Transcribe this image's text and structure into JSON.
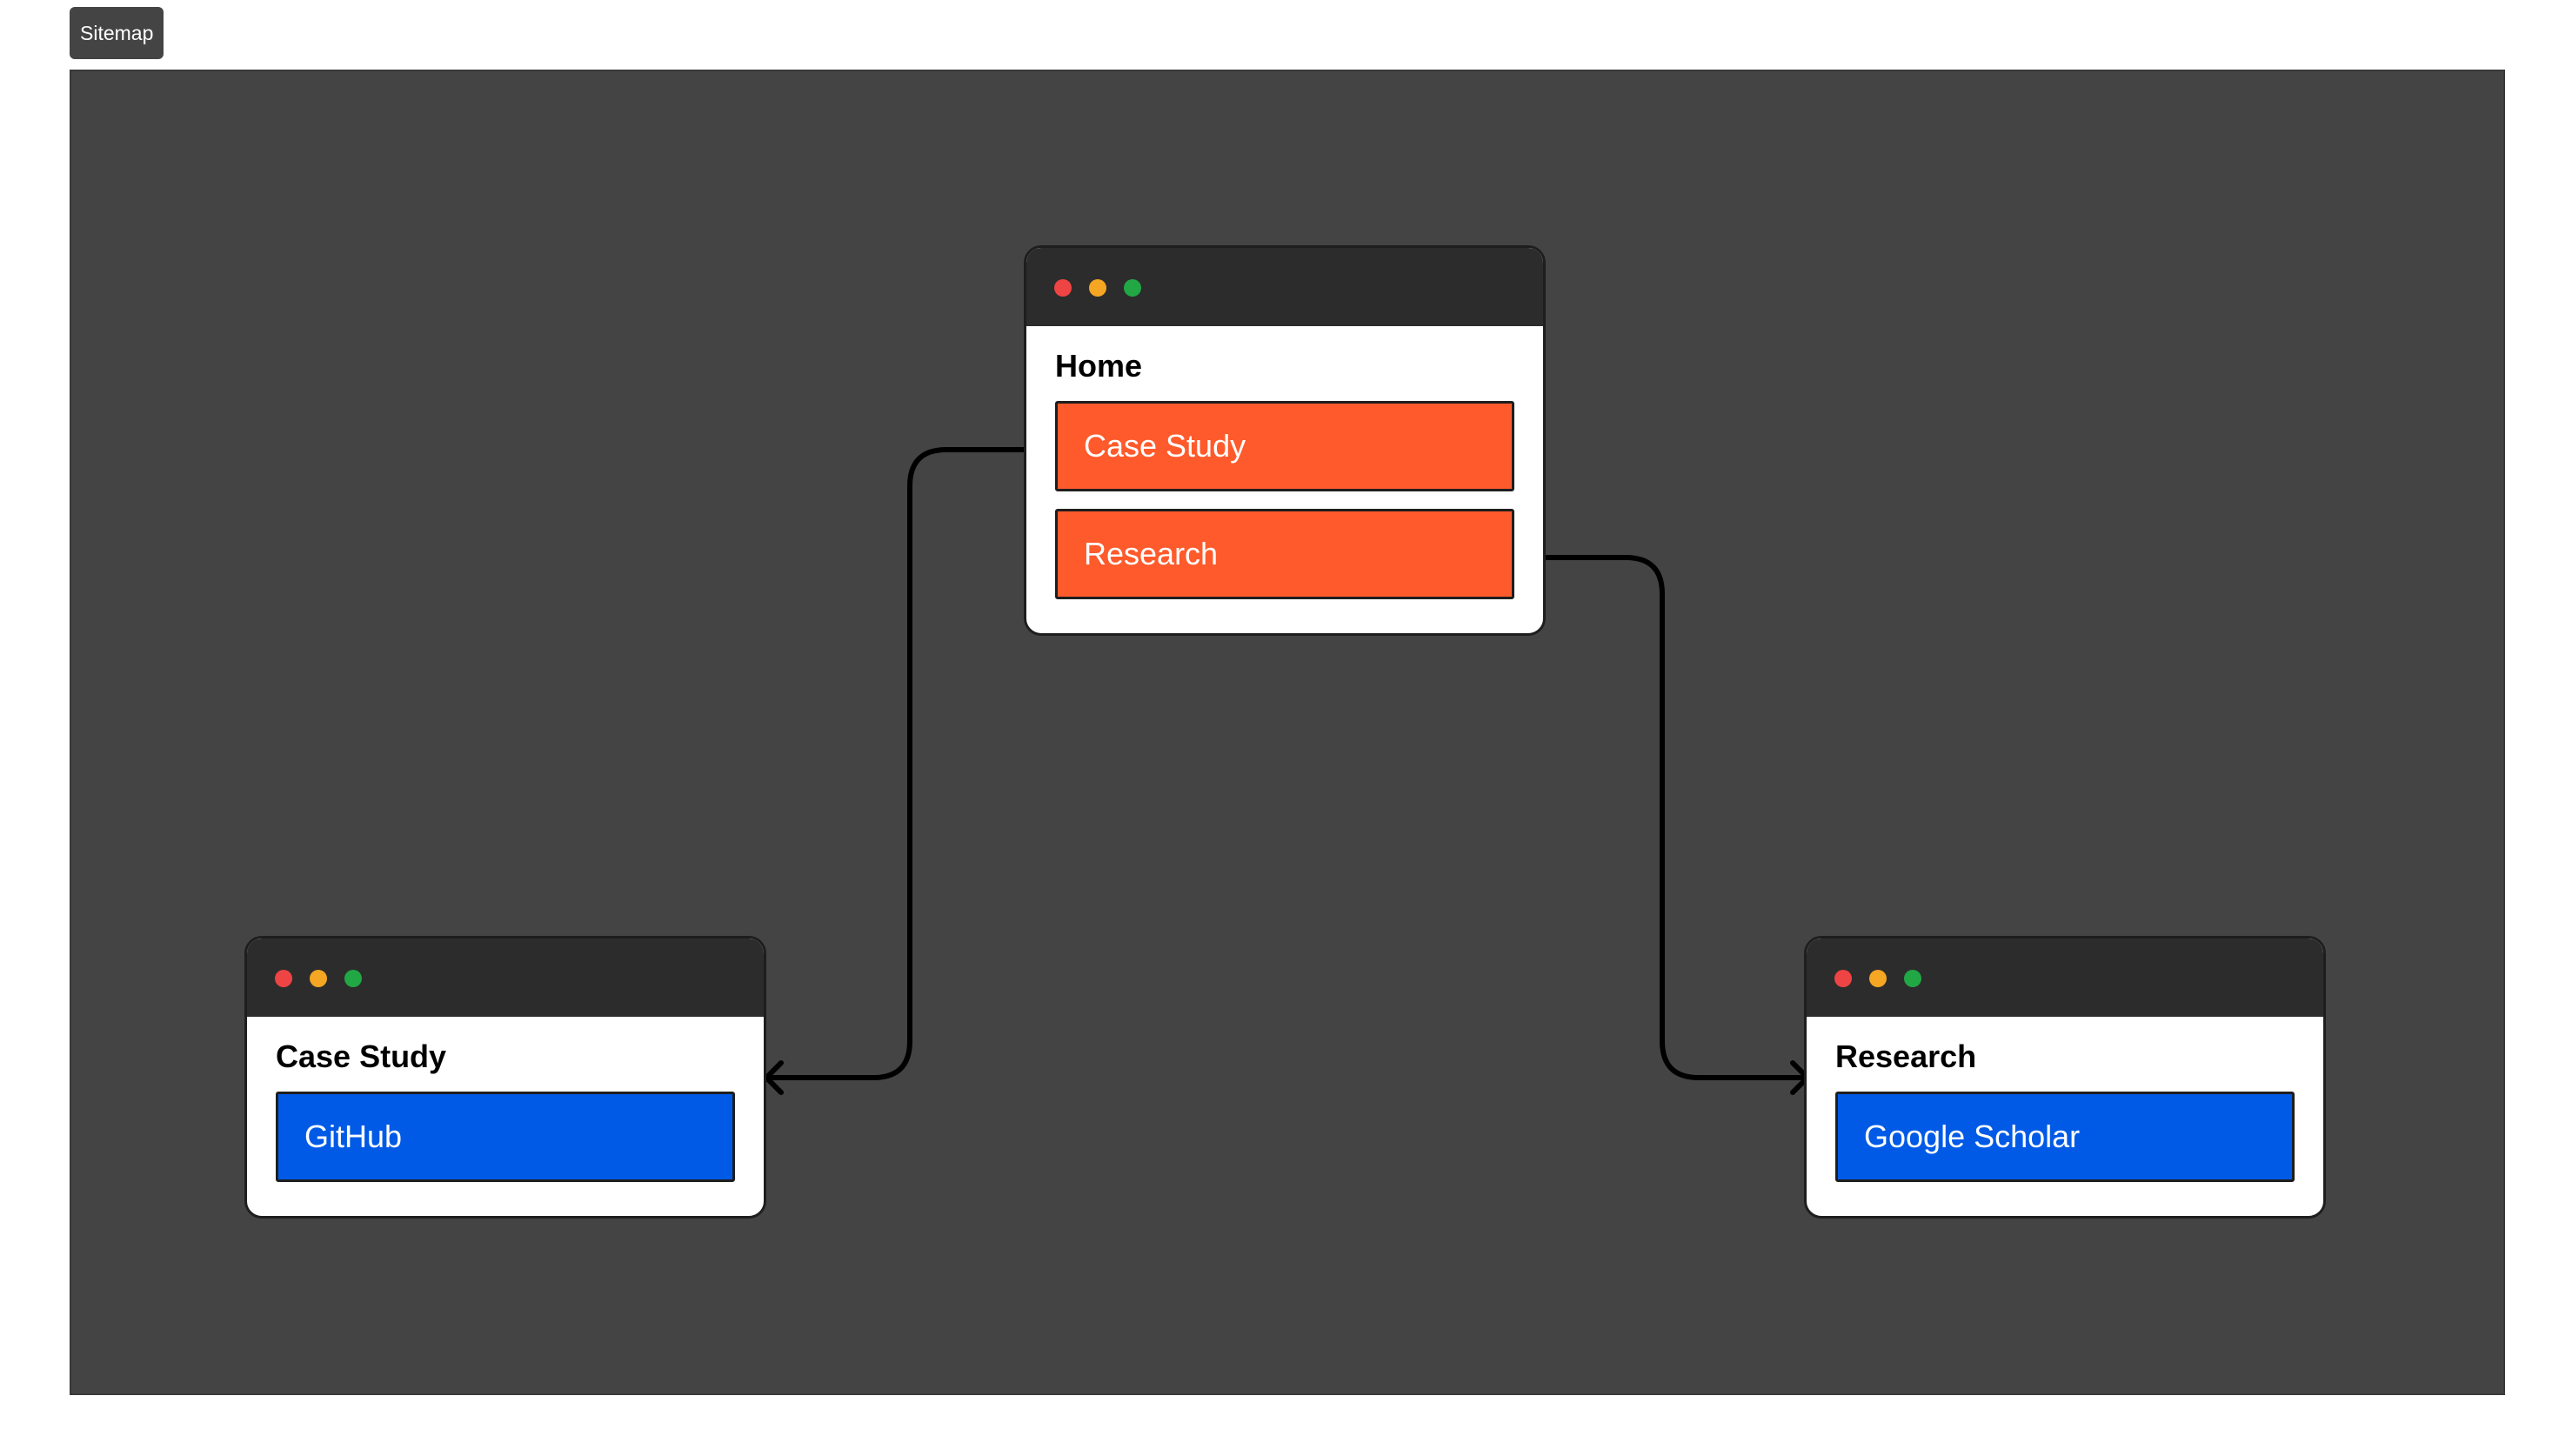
{
  "frame": {
    "label": "Sitemap"
  },
  "colors": {
    "canvas": "#444444",
    "titlebar": "#2c2c2c",
    "link_primary": "#ff5a2b",
    "link_external": "#005ae6",
    "connector": "#000000"
  },
  "windows": {
    "home": {
      "title": "Home",
      "links": [
        "Case Study",
        "Research"
      ]
    },
    "case_study": {
      "title": "Case Study",
      "links": [
        "GitHub"
      ]
    },
    "research": {
      "title": "Research",
      "links": [
        "Google Scholar"
      ]
    }
  },
  "connections": [
    {
      "from": "Home / Case Study",
      "to": "Case Study"
    },
    {
      "from": "Home / Research",
      "to": "Research"
    }
  ]
}
